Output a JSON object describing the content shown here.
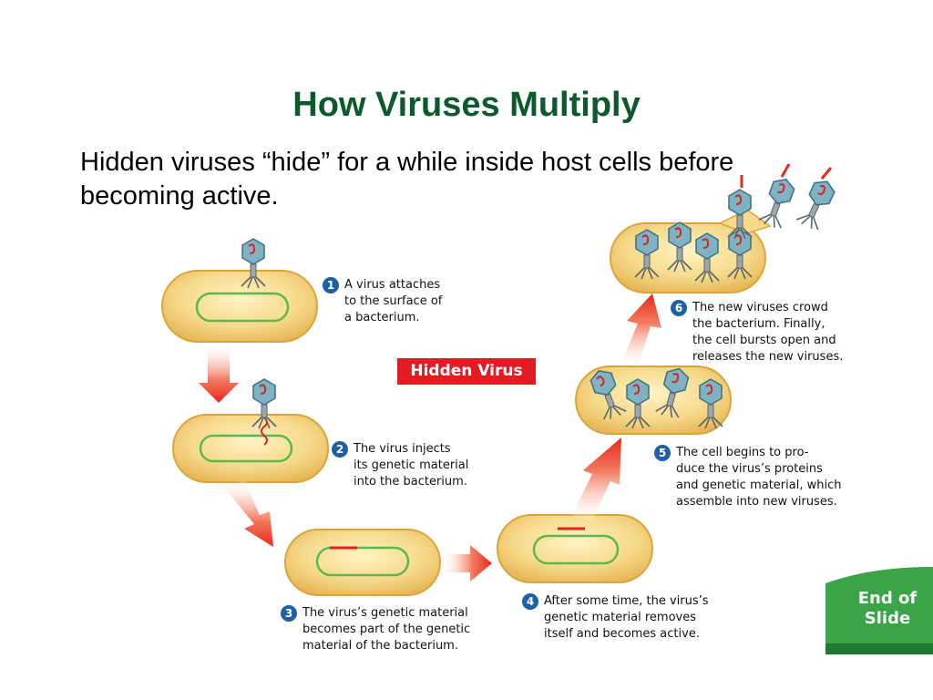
{
  "slide": {
    "title": "How Viruses Multiply",
    "subtitle": "Hidden viruses “hide” for a while inside host cells before becoming active."
  },
  "diagram": {
    "label": "Hidden Virus",
    "steps": [
      {
        "number": "1",
        "text": "A virus attaches\nto the surface of\na bacterium."
      },
      {
        "number": "2",
        "text": "The virus injects\nits genetic material\ninto the bacterium."
      },
      {
        "number": "3",
        "text": "The virus’s genetic material\nbecomes part of the genetic\nmaterial of the bacterium."
      },
      {
        "number": "4",
        "text": "After some time, the virus’s\ngenetic material removes\nitself and becomes active."
      },
      {
        "number": "5",
        "text": "The cell begins to pro-\nduce the virus’s proteins\nand genetic material, which\nassemble into new viruses."
      },
      {
        "number": "6",
        "text": "The new viruses crowd\nthe bacterium. Finally,\nthe cell bursts open and\nreleases the new viruses."
      }
    ]
  },
  "navigation": {
    "end_label": "End of\nSlide"
  },
  "colors": {
    "title": "#0b5a2b",
    "cell_fill": "#f6d98a",
    "cell_edge": "#d9a53a",
    "dna": "#5cb84a",
    "viral_dna": "#d8231f",
    "arrow": "#e8281e",
    "badge": "#1e5fa8",
    "end_button": "#3aa447"
  }
}
